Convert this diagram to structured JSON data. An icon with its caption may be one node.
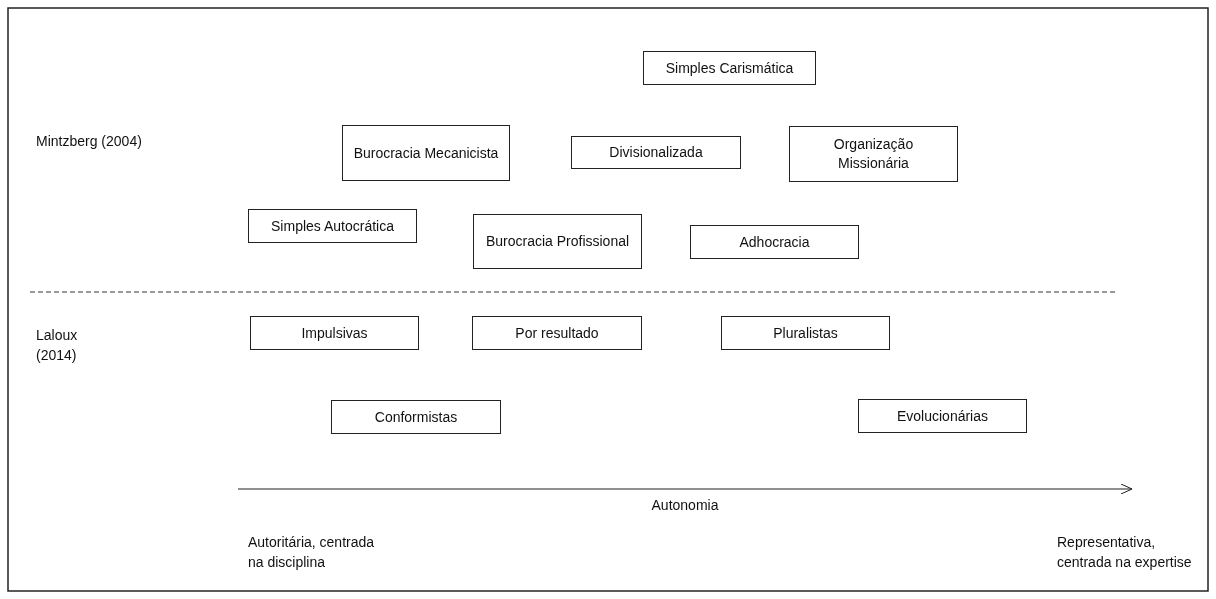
{
  "diagram": {
    "nodes": [
      {
        "text": [
          "Simples Carismática"
        ]
      },
      {
        "text": [
          "Burocracia Mecanicista"
        ]
      },
      {
        "text": [
          "Divisionalizada"
        ]
      },
      {
        "text": [
          "Organização Missionária"
        ]
      },
      {
        "text": [
          "Simples Autocrática"
        ]
      },
      {
        "text": [
          "Burocracia Profissional"
        ]
      },
      {
        "text": [
          "Adhocracia"
        ]
      },
      {
        "text": [
          "Impulsivas"
        ]
      },
      {
        "text": [
          "Por resultado"
        ]
      },
      {
        "text": [
          "Pluralistas"
        ]
      },
      {
        "text": [
          "Conformistas"
        ]
      },
      {
        "text": [
          "Evolucionárias"
        ]
      }
    ],
    "labels": [
      "Mintzberg (2004)",
      "Laloux (2014)",
      "Autonomia",
      "Autoritária, centrada na disciplina",
      "Representativa, centrada na expertise"
    ]
  }
}
